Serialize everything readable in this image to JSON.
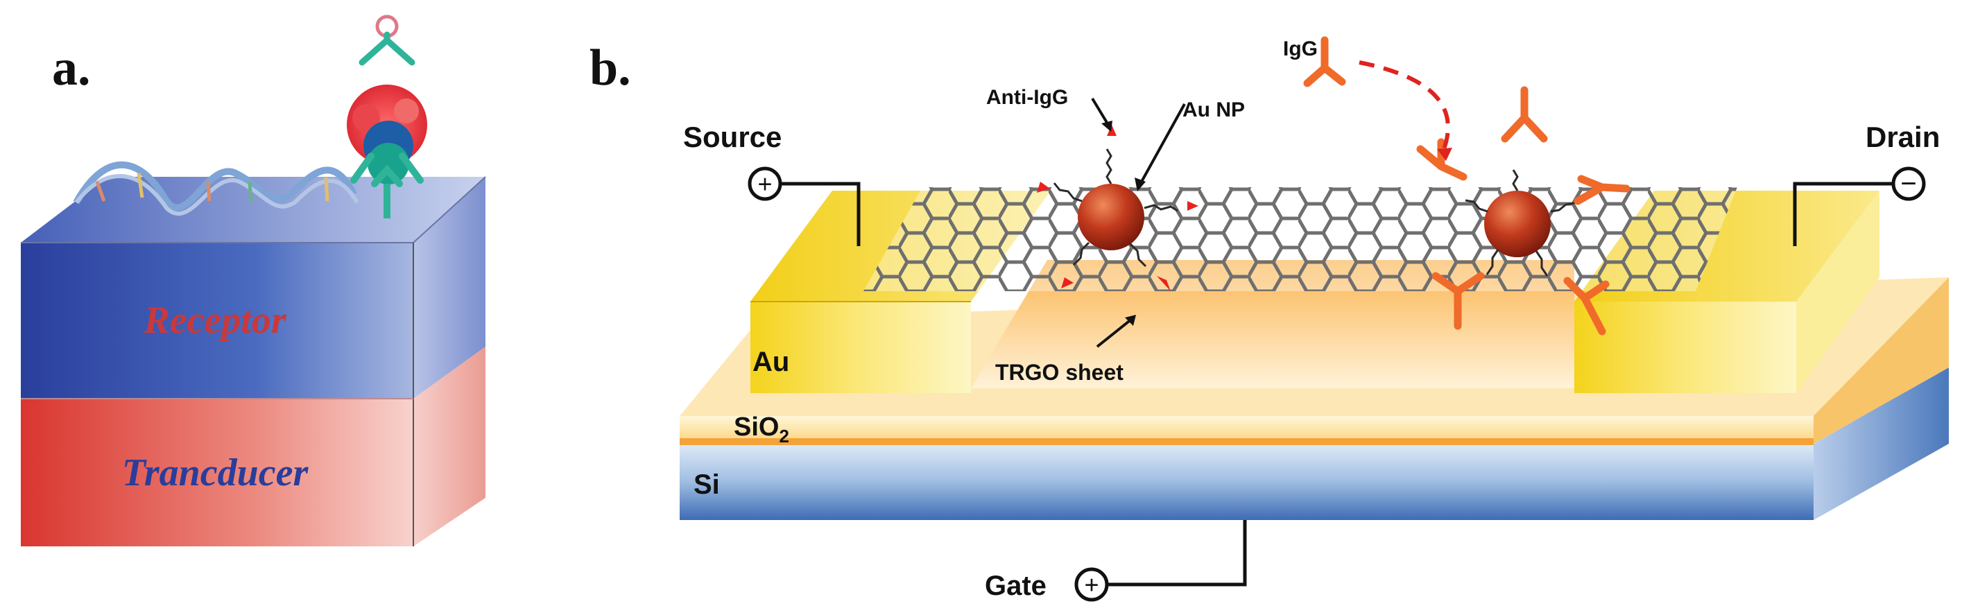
{
  "panel_a": {
    "label": "a.",
    "receptor_label": "Receptor",
    "transducer_label": "Trancducer"
  },
  "panel_b": {
    "label": "b.",
    "source_label": "Source",
    "drain_label": "Drain",
    "gate_label": "Gate",
    "source_symbol": "+",
    "drain_symbol": "−",
    "gate_symbol": "+",
    "anti_igg_label": "Anti-IgG",
    "au_np_label": "Au NP",
    "igg_label": "IgG",
    "au_label": "Au",
    "trgo_label": "TRGO sheet",
    "sio2_label": "SiO",
    "sio2_sub": "2",
    "si_label": "Si"
  },
  "colors": {
    "receptor_blue": "#2b4fa8",
    "transducer_red": "#d9453a",
    "gold": "#f5d21c",
    "orange": "#f08a1e",
    "silicon_blue": "#3c6fb4",
    "antibody_orange": "#f06a2a",
    "np_red": "#c0331f"
  }
}
